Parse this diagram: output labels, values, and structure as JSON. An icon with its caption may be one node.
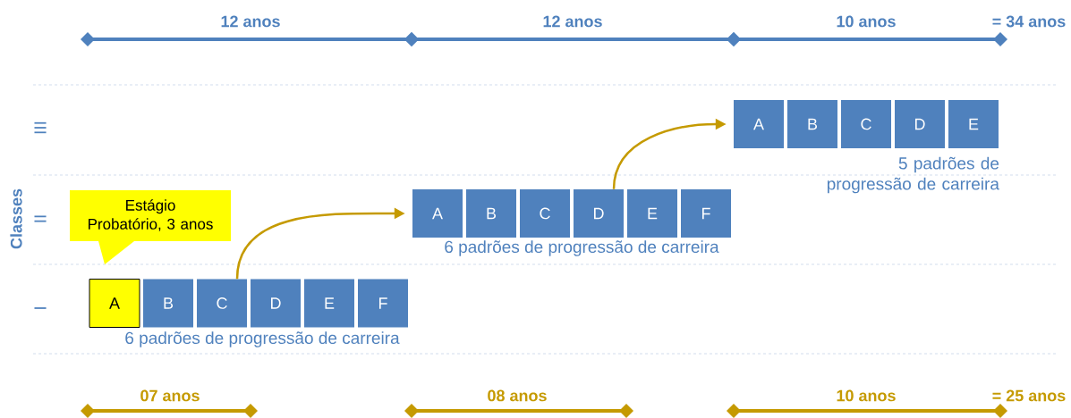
{
  "diagram": {
    "nodes": [
      {
        "text": [
          "A"
        ]
      },
      {
        "text": [
          "B"
        ]
      },
      {
        "text": [
          "C"
        ]
      },
      {
        "text": [
          "D"
        ]
      },
      {
        "text": [
          "E"
        ]
      },
      {
        "text": [
          "A"
        ]
      },
      {
        "text": [
          "B"
        ]
      },
      {
        "text": [
          "C"
        ]
      },
      {
        "text": [
          "D"
        ]
      },
      {
        "text": [
          "E"
        ]
      },
      {
        "text": [
          "F"
        ]
      },
      {
        "text": [
          "Estágio Probatório, 3 anos"
        ]
      },
      {
        "text": [
          "A"
        ]
      },
      {
        "text": [
          "B"
        ]
      },
      {
        "text": [
          "C"
        ]
      },
      {
        "text": [
          "D"
        ]
      },
      {
        "text": [
          "E"
        ]
      },
      {
        "text": [
          "F"
        ]
      }
    ],
    "edges": [
      {
        "from": 8,
        "to": 0,
        "arrow": "to"
      },
      {
        "from": 14,
        "to": 5,
        "arrow": "to"
      }
    ],
    "labels": [
      "12 anos",
      "12 anos",
      "10 anos",
      "= 34 anos",
      "III",
      "5 padrões de progressão de carreira",
      "Classes",
      "II",
      "6 padrões de progressão de carreira",
      "I",
      "6 padrões de progressão de carreira",
      "07 anos",
      "08 anos",
      "10 anos",
      "= 25 anos"
    ]
  }
}
